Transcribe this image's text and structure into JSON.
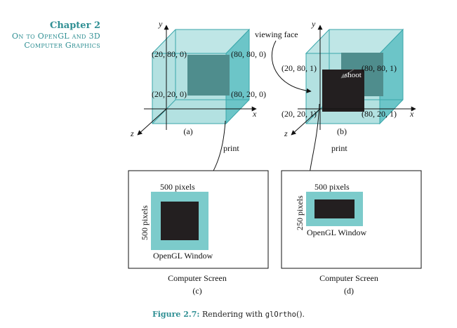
{
  "margin": {
    "chapter": "Chapter 2",
    "subtitle": "On to OpenGL and 3D Computer Graphics"
  },
  "figure": {
    "panel_a": {
      "axis_x": "x",
      "axis_y": "y",
      "axis_z": "z",
      "corner_tl": "(20, 80, 0)",
      "corner_tr": "(80, 80, 0)",
      "corner_bl": "(20, 20, 0)",
      "corner_br": "(80, 20, 0)",
      "label": "(a)"
    },
    "panel_b": {
      "axis_x": "x",
      "axis_y": "y",
      "axis_z": "z",
      "viewing_face": "viewing face",
      "shoot": "shoot",
      "corner_tl": "(20, 80, 1)",
      "corner_tr": "(80, 80, 1)",
      "corner_bl": "(20, 20, 1)",
      "corner_br": "(80, 20, 1)",
      "label": "(b)"
    },
    "print_left": "print",
    "print_right": "print",
    "panel_c": {
      "width_label": "500 pixels",
      "height_label": "500 pixels",
      "window_label": "OpenGL Window",
      "screen_label": "Computer Screen",
      "label": "(c)"
    },
    "panel_d": {
      "width_label": "500 pixels",
      "height_label": "250 pixels",
      "window_label": "OpenGL Window",
      "screen_label": "Computer Screen",
      "label": "(d)"
    },
    "caption_fig": "Figure 2.7:",
    "caption_text": "Rendering with",
    "caption_code": "glOrtho",
    "caption_end": "()."
  },
  "colors": {
    "accent": "#2f8f93",
    "box_fill": "#a6dcdc",
    "box_side": "#6cc5c8",
    "box_edge": "#3aa6aa",
    "square_dark": "#231f20",
    "square_mid": "#4f8d8d",
    "window_fill": "#7ccbcb"
  }
}
